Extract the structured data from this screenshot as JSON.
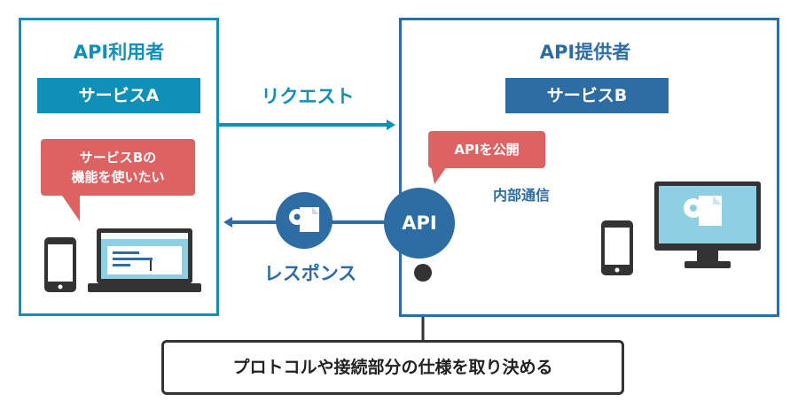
{
  "colors": {
    "user_panel": "#1090b8",
    "provider_panel": "#2e6ca4",
    "bubble": "#dd6363",
    "dark": "#333333"
  },
  "user": {
    "title": "API利用者",
    "service": "サービスA",
    "bubble": "サービスBの\n機能を使いたい"
  },
  "provider": {
    "title": "API提供者",
    "service": "サービスB",
    "bubble": "APIを公開",
    "internal": "内部通信"
  },
  "flow": {
    "request": "リクエスト",
    "response": "レスポンス",
    "api": "API"
  },
  "note": "プロトコルや接続部分の仕様を取り決める"
}
